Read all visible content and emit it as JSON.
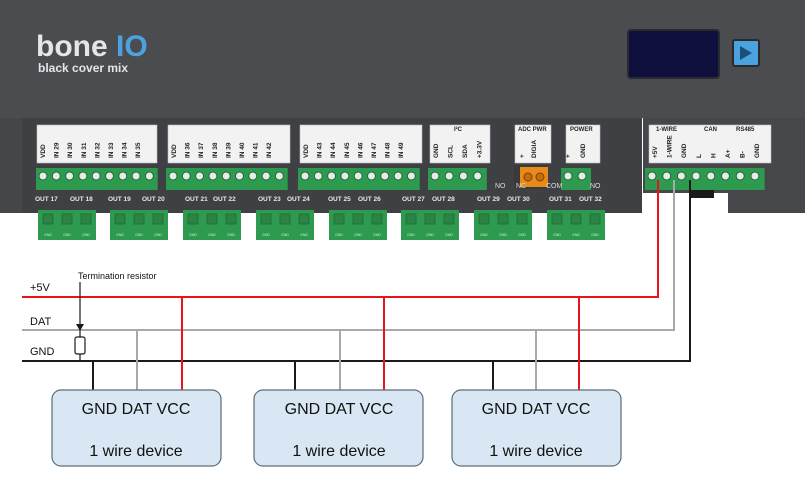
{
  "device": {
    "logo_main": "bone",
    "logo_suffix": "IO",
    "logo_tagline": "black cover mix",
    "terminal_labels_top": [
      [
        "VDD",
        "IN 29",
        "IN 30",
        "IN 31",
        "IN 32",
        "IN 33",
        "IN 34",
        "IN 35"
      ],
      [
        "VDD",
        "IN 36",
        "IN 37",
        "IN 38",
        "IN 39",
        "IN 40",
        "IN 41",
        "IN 42"
      ],
      [
        "VDD",
        "IN 43",
        "IN 44",
        "IN 45",
        "IN 46",
        "IN 47",
        "IN 48",
        "IN 49"
      ],
      [
        "GND",
        "SCL",
        "SDA",
        "+3.3V"
      ],
      [
        "+",
        "DIGIA"
      ],
      [
        "+",
        "GND"
      ],
      [
        "+5V",
        "1-WIRE",
        "GND",
        "L",
        "H",
        "A+",
        "B-",
        "GND"
      ]
    ],
    "group_headers": {
      "i2c": "I²C",
      "adc_pwr": "ADC PWR",
      "power": "POWER",
      "one_wire": "1-WIRE",
      "can": "CAN",
      "rs485": "RS485"
    },
    "relay_labels": [
      "NO",
      "NC",
      "COM",
      "NO"
    ],
    "output_labels": [
      "OUT 17",
      "OUT 18",
      "OUT 19",
      "OUT 20",
      "OUT 21",
      "OUT 22",
      "OUT 23",
      "OUT 24",
      "OUT 25",
      "OUT 26",
      "OUT 27",
      "OUT 28",
      "OUT 29",
      "OUT 30",
      "OUT 31",
      "OUT 32"
    ],
    "output_pin_label": "GND"
  },
  "bus": {
    "vcc_label": "+5V",
    "dat_label": "DAT",
    "gnd_label": "GND",
    "resistor_label": "Termination resistor",
    "colors": {
      "vcc": "#e8141b",
      "dat": "#a9a9a9",
      "gnd": "#1a1a1a"
    }
  },
  "sensors": [
    {
      "pins": "GND DAT VCC",
      "name": "1 wire device"
    },
    {
      "pins": "GND DAT VCC",
      "name": "1 wire device"
    },
    {
      "pins": "GND DAT VCC",
      "name": "1 wire device"
    }
  ],
  "colors": {
    "housing": "#4b4c50",
    "terminal_green": "#2e9a4f",
    "sensor_fill": "#d8e7f3",
    "sensor_stroke": "#5a6c7a",
    "display": "#0f0f3e",
    "accent": "#4aa3df"
  }
}
